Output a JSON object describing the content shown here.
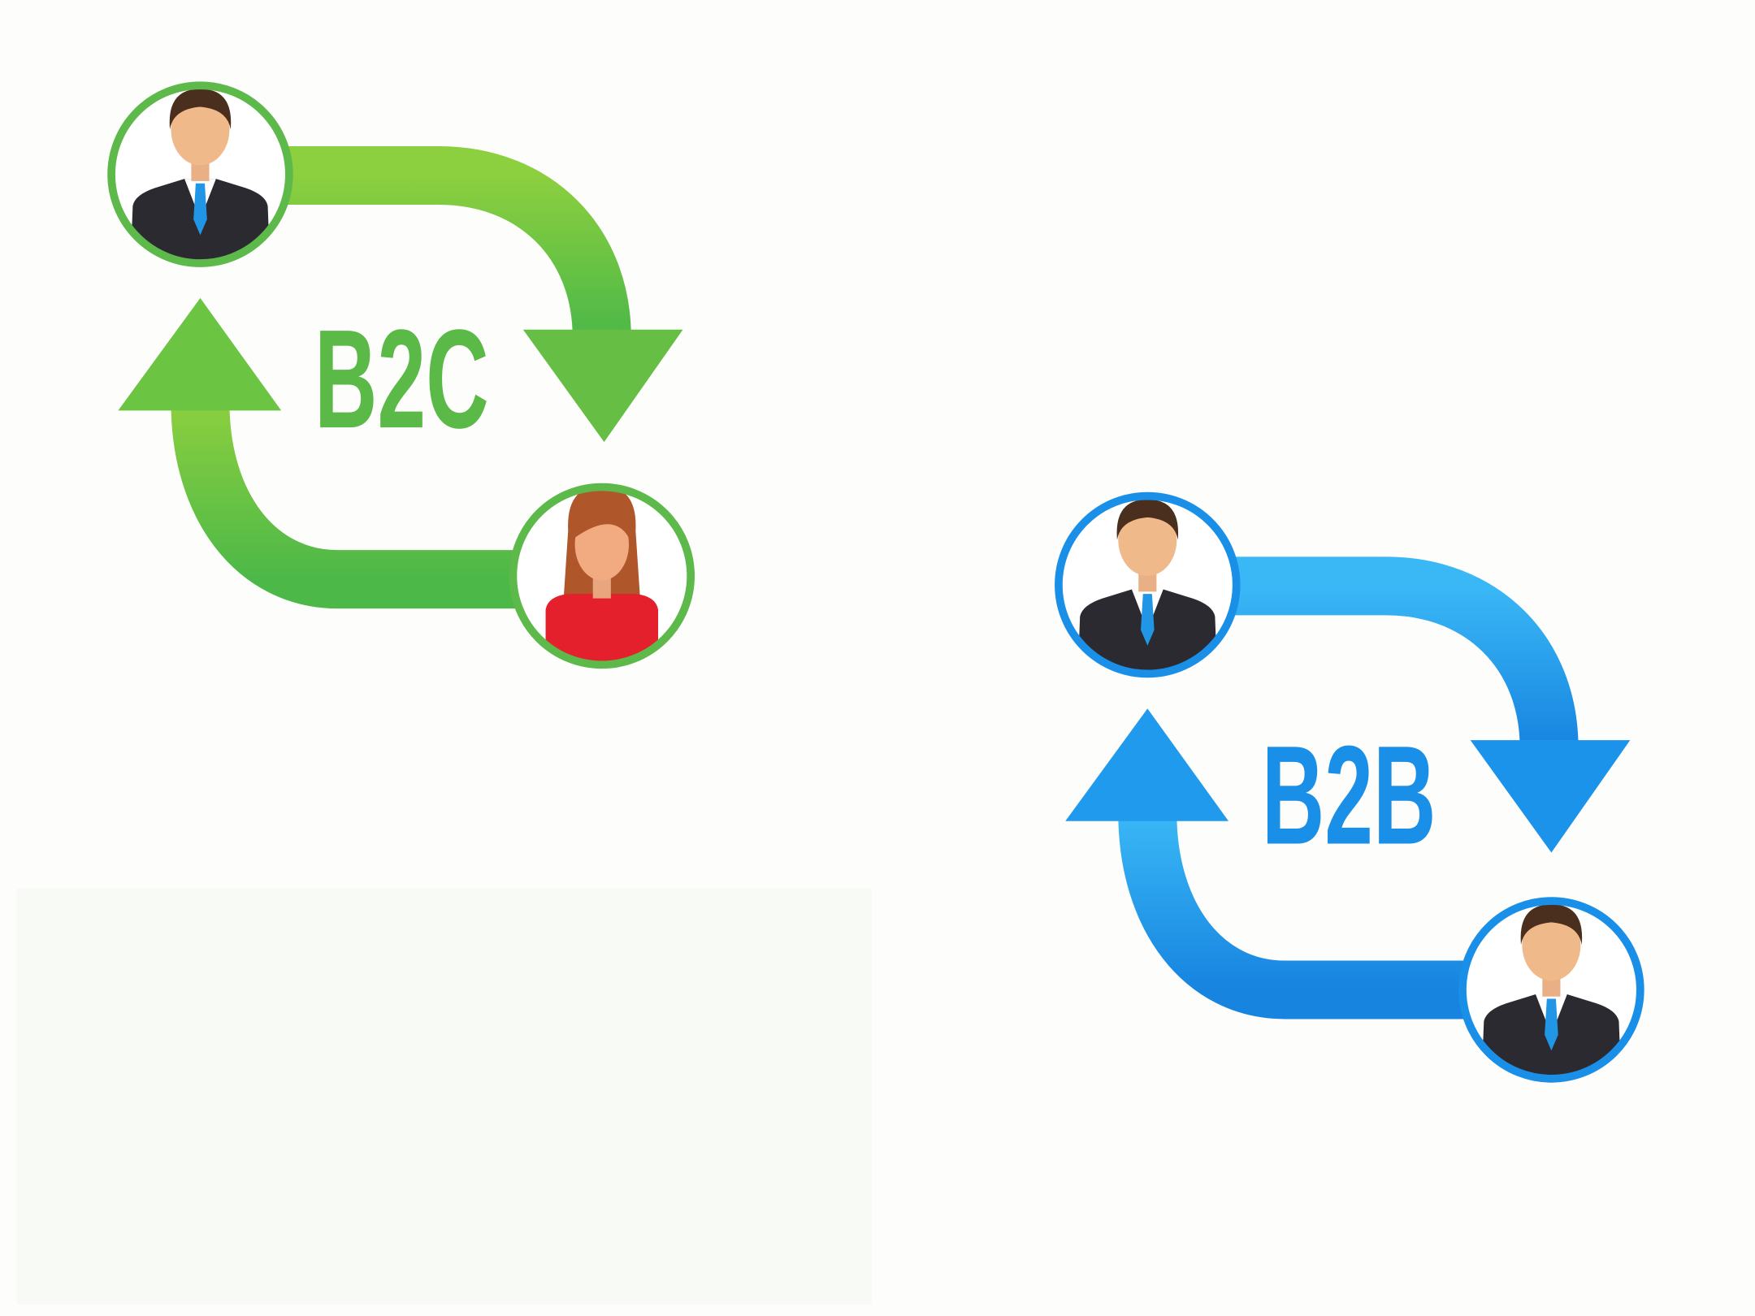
{
  "diagrams": [
    {
      "label": "B2C",
      "from": "business",
      "to": "consumer",
      "colors": {
        "light": "#8ccf3f",
        "dark": "#4cb848",
        "ring": "#5db94a",
        "text": "#5ab947"
      }
    },
    {
      "label": "B2B",
      "from": "business",
      "to": "business",
      "colors": {
        "light": "#3ab8f6",
        "dark": "#1784e0",
        "ring": "#1a8fe8",
        "text": "#1a8fe8"
      }
    }
  ],
  "icons": {
    "businessman": "businessman-avatar-icon",
    "woman": "woman-avatar-icon",
    "arrow": "cycle-arrow-icon"
  }
}
